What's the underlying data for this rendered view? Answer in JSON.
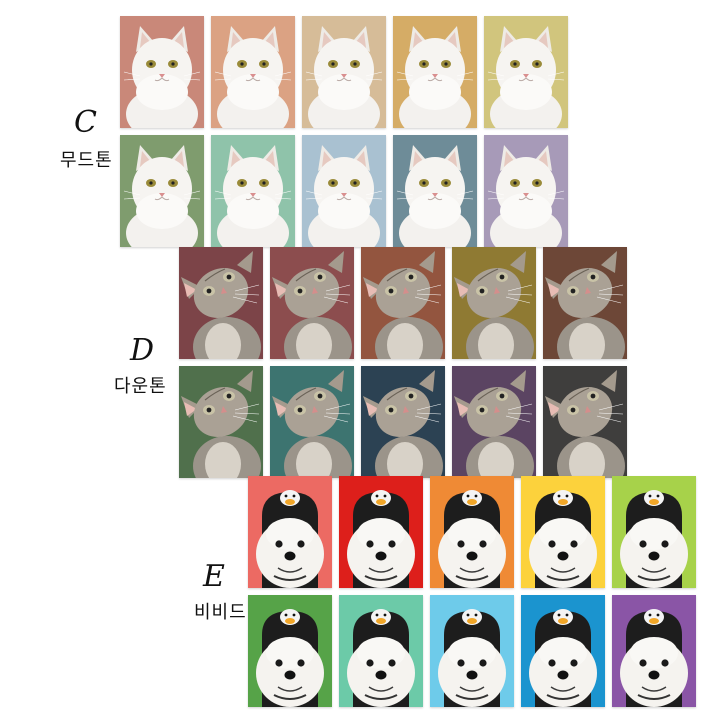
{
  "sections": [
    {
      "letter": "C",
      "label": "무드톤",
      "subject": "white-persian-cat",
      "colors": [
        "#c98879",
        "#dba283",
        "#d6bc98",
        "#d5ac66",
        "#d1c57d",
        "#7f9c6e",
        "#8fc3aa",
        "#a9c1d1",
        "#6e8c98",
        "#a79ab8"
      ]
    },
    {
      "letter": "D",
      "label": "다운톤",
      "subject": "tabby-cat-looking-up",
      "colors": [
        "#7c4448",
        "#8c4d4e",
        "#93553f",
        "#8f7a33",
        "#6d4737",
        "#50704c",
        "#3d7470",
        "#2c4253",
        "#5b4462",
        "#3f3e3d"
      ]
    },
    {
      "letter": "E",
      "label": "비비드",
      "subject": "white-dog-with-penguin-hat",
      "colors": [
        "#ec6a63",
        "#dd1f1b",
        "#ef8a35",
        "#fcd23c",
        "#a7d24a",
        "#56a348",
        "#6ccaa8",
        "#6ecbea",
        "#1b94cf",
        "#8a55a6"
      ]
    }
  ]
}
